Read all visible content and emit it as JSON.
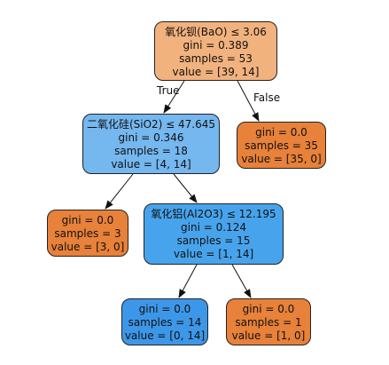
{
  "colors": {
    "root": "#f2b27e",
    "left_internal": "#75b7ef",
    "deep_internal": "#47a4ec",
    "orange_leaf": "#e88139",
    "blue_leaf": "#3d97e8",
    "edge": "#111111"
  },
  "tree": {
    "root": {
      "split": "氧化钡(BaO) ≤ 3.06",
      "gini": "gini = 0.389",
      "samples": "samples = 53",
      "value": "value = [39, 14]"
    },
    "node_sio2": {
      "split": "二氧化硅(SiO2) ≤ 47.645",
      "gini": "gini = 0.346",
      "samples": "samples = 18",
      "value": "value = [4, 14]"
    },
    "leaf_35": {
      "gini": "gini = 0.0",
      "samples": "samples = 35",
      "value": "value = [35, 0]"
    },
    "leaf_3": {
      "gini": "gini = 0.0",
      "samples": "samples = 3",
      "value": "value = [3, 0]"
    },
    "node_al2o3": {
      "split": "氧化铝(Al2O3) ≤ 12.195",
      "gini": "gini = 0.124",
      "samples": "samples = 15",
      "value": "value = [1, 14]"
    },
    "leaf_14": {
      "gini": "gini = 0.0",
      "samples": "samples = 14",
      "value": "value = [0, 14]"
    },
    "leaf_1": {
      "gini": "gini = 0.0",
      "samples": "samples = 1",
      "value": "value = [1, 0]"
    }
  },
  "edge_labels": {
    "true_label": "True",
    "false_label": "False"
  }
}
